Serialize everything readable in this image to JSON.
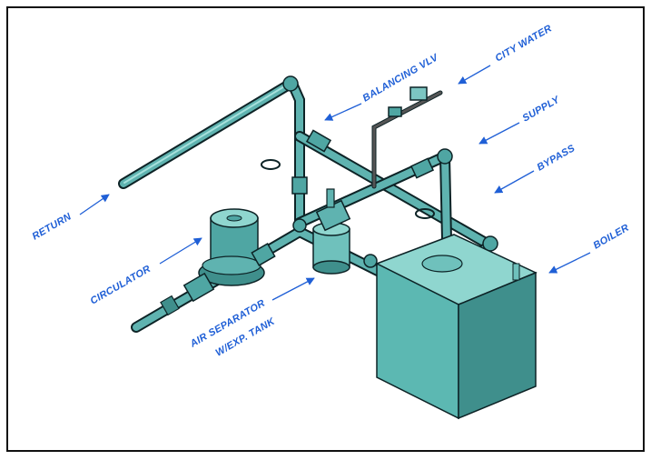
{
  "diagram": {
    "labels": {
      "balancing_vlv": "BALANCING VLV",
      "city_water": "CITY WATER",
      "supply": "SUPPLY",
      "bypass": "BYPASS",
      "boiler": "BOILER",
      "return": "RETURN",
      "circulator": "CIRCULATOR",
      "air_separator_line1": "AIR SEPARATOR",
      "air_separator_line2": "W/EXP. TANK"
    },
    "colors": {
      "label": "#1f5fd6",
      "pipe_light": "#5fb3b0",
      "pipe_dark": "#2a6f73",
      "boiler_front": "#5cb8b2",
      "boiler_side": "#3f8f8c",
      "boiler_top": "#8fd6cf",
      "outline": "#0d2326"
    }
  }
}
